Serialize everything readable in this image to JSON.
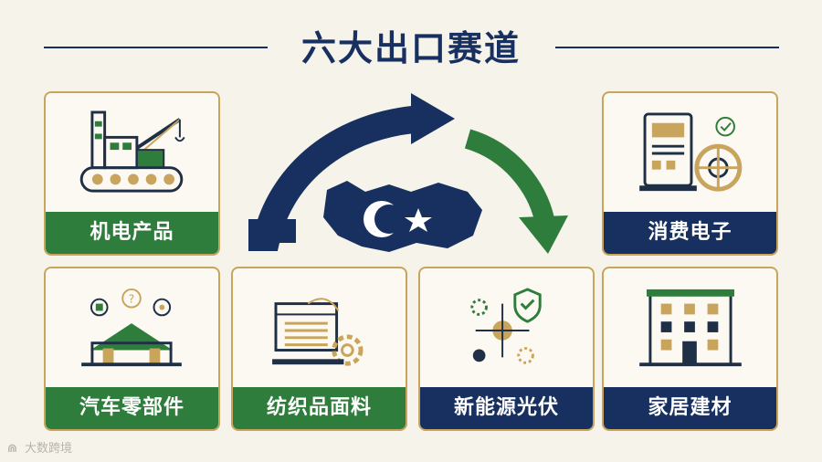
{
  "title": "六大出口赛道",
  "sectors": [
    {
      "label": "机电产品",
      "icon": "crane-conveyor-icon"
    },
    {
      "label": "消费电子",
      "icon": "device-dial-icon"
    },
    {
      "label": "汽车零部件",
      "icon": "factory-gears-icon"
    },
    {
      "label": "纺织品面料",
      "icon": "fabric-loom-icon"
    },
    {
      "label": "新能源光伏",
      "icon": "energy-shield-icon"
    },
    {
      "label": "家居建材",
      "icon": "apartment-building-icon"
    }
  ],
  "center": {
    "map": "turkey-map-icon",
    "flow": "export-flow-arrows"
  },
  "footer": {
    "logo": "⋒",
    "watermark": "大数跨境"
  },
  "colors": {
    "navy": "#17305f",
    "green": "#2f7d3c",
    "gold": "#c9a45c",
    "background": "#f6f3ea"
  }
}
